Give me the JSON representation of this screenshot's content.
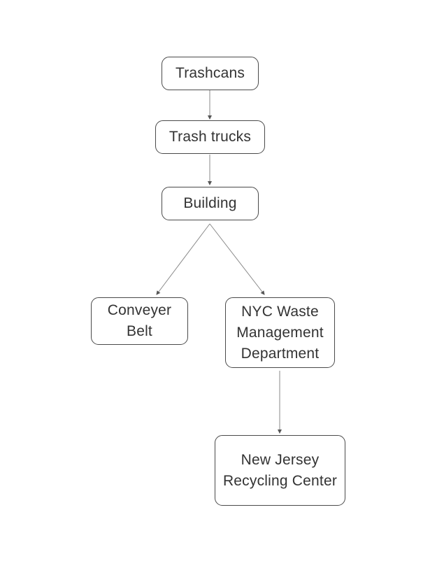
{
  "diagram": {
    "nodes": [
      {
        "id": "trashcans",
        "label": "Trashcans"
      },
      {
        "id": "trash_trucks",
        "label": "Trash trucks"
      },
      {
        "id": "building",
        "label": "Building"
      },
      {
        "id": "conveyer_belt",
        "label": "Conveyer\nBelt"
      },
      {
        "id": "nyc_waste",
        "label": "NYC Waste\nManagement\nDepartment"
      },
      {
        "id": "nj_recycling",
        "label": "New Jersey\nRecycling Center"
      }
    ],
    "edges": [
      {
        "from": "trashcans",
        "to": "trash_trucks"
      },
      {
        "from": "trash_trucks",
        "to": "building"
      },
      {
        "from": "building",
        "to": "conveyer_belt"
      },
      {
        "from": "building",
        "to": "nyc_waste"
      },
      {
        "from": "nyc_waste",
        "to": "nj_recycling"
      }
    ],
    "colors": {
      "node_border": "#4a4a4a",
      "edge": "#8a8a8a",
      "text": "#333333"
    }
  }
}
